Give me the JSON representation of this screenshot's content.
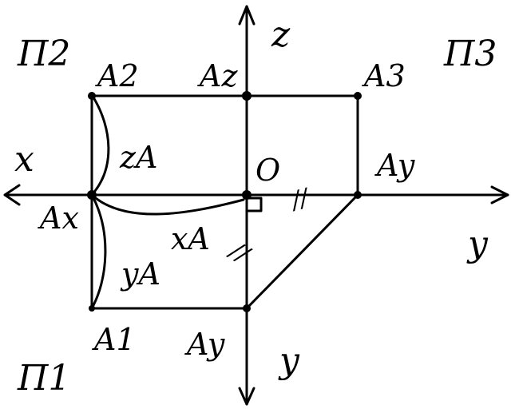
{
  "planes": {
    "p2": "Π2",
    "p3": "Π3",
    "p1": "Π1"
  },
  "axes": {
    "x": "x",
    "z": "z",
    "y_right": "y",
    "y_down": "y",
    "origin": "O"
  },
  "points": {
    "a2": "A2",
    "az": "Az",
    "a3": "A3",
    "ay_right": "Ay",
    "ax": "Ax",
    "a1": "A1",
    "ay_down": "Ay"
  },
  "distances": {
    "z": "zA",
    "x": "xA",
    "y": "yA"
  },
  "marks": {
    "equal_right": "//",
    "equal_down": "//"
  }
}
